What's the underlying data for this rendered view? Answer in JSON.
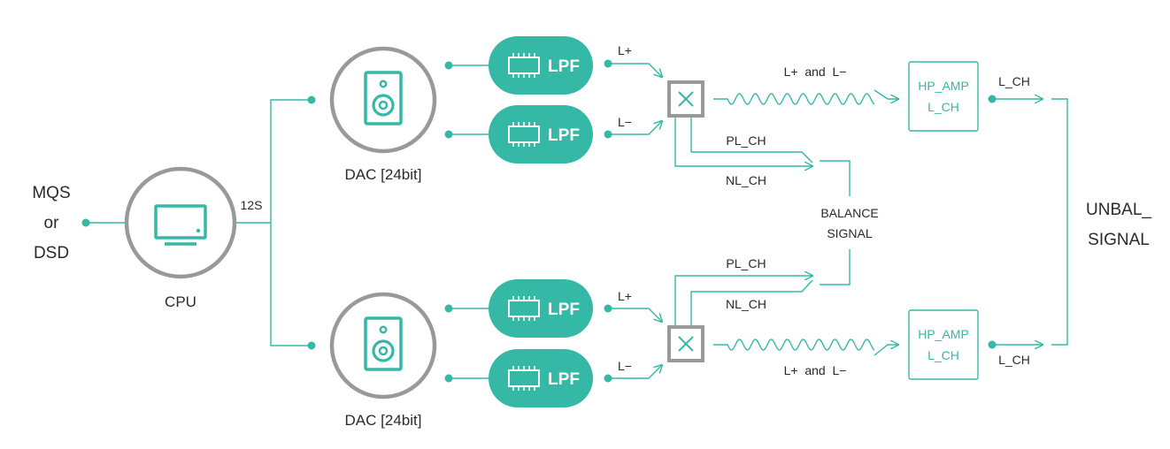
{
  "input": {
    "line1": "MQS",
    "line2": "or",
    "line3": "DSD"
  },
  "cpu": {
    "label": "CPU",
    "icon": "monitor-icon"
  },
  "bus": {
    "label": "12S"
  },
  "dac_top": {
    "label": "DAC [24bit]",
    "icon": "speaker-icon"
  },
  "dac_bottom": {
    "label": "DAC [24bit]",
    "icon": "speaker-icon"
  },
  "lpf": {
    "label": "LPF",
    "icon": "chip-icon"
  },
  "signals": {
    "l_plus": "L+",
    "l_minus": "L−",
    "l_plus_and_minus": "L+  and  L−",
    "pl_ch": "PL_CH",
    "nl_ch": "NL_CH",
    "l_ch": "L_CH"
  },
  "balance": {
    "line1": "BALANCE",
    "line2": "SIGNAL"
  },
  "hp_amp": {
    "line1": "HP_AMP",
    "line2": "L_CH"
  },
  "unbal": {
    "line1": "UNBAL_",
    "line2": "SIGNAL"
  },
  "colors": {
    "teal": "#35b8a6",
    "grey": "#999999",
    "text": "#2a2a2a"
  }
}
